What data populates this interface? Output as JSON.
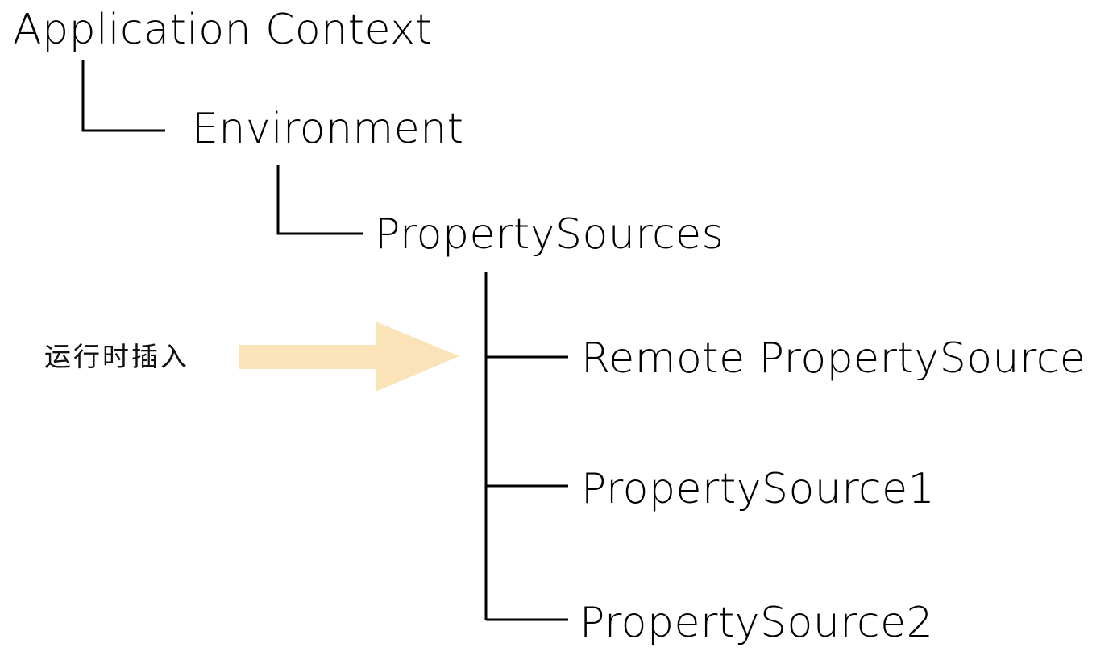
{
  "tree": {
    "root": {
      "label": "Application Context"
    },
    "level1": {
      "label": "Environment"
    },
    "level2": {
      "label": "PropertySources"
    },
    "children": [
      {
        "label": "Remote PropertySource"
      },
      {
        "label": "PropertySource1"
      },
      {
        "label": "PropertySource2"
      }
    ]
  },
  "annotation": {
    "label": "运行时插入",
    "arrow_color": "#fae3b8",
    "arrow_icon": "right-arrow-icon"
  }
}
